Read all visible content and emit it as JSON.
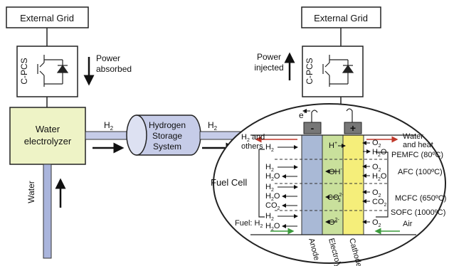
{
  "grid_left": "External Grid",
  "grid_right": "External Grid",
  "cpcs_left": "C-PCS",
  "cpcs_right": "C-PCS",
  "power_absorbed": [
    "Power",
    "absorbed"
  ],
  "power_injected": [
    "Power",
    "injected"
  ],
  "electrolyzer": [
    "Water",
    "electrolyzer"
  ],
  "water": "Water",
  "h2_label": "H",
  "h2_sub": "2",
  "storage": [
    "Hydrogen",
    "Storage",
    "System"
  ],
  "electron": "e",
  "anode_sign": "-",
  "cathode_sign": "+",
  "h2_others": [
    "H",
    "2",
    " and",
    "others"
  ],
  "water_heat": [
    "Water",
    "and heat"
  ],
  "fuel_cell": "Fuel Cell",
  "fuel_h2": "Fuel: H",
  "air": "Air",
  "ions": {
    "h_plus": "H",
    "oh": "OH",
    "co3": "CO",
    "o2": "O"
  },
  "cell_types": [
    "PEMFC (80ºC)",
    "AFC (100ºC)",
    "MCFC (650ºC)",
    "SOFC (1000ºC)"
  ],
  "layers": [
    "Anode",
    "Electrolyte",
    "Cathode"
  ],
  "colors": {
    "anode": "#a9b9d6",
    "electrolyte": "#c9e09c",
    "cathode": "#f5ee7a",
    "electrolyzer": "#eef3c6",
    "pipe": "#c6cce8",
    "water_pipe": "#aab5dc",
    "arrow_red": "#c0392b",
    "arrow_green": "#3a9a3a"
  }
}
